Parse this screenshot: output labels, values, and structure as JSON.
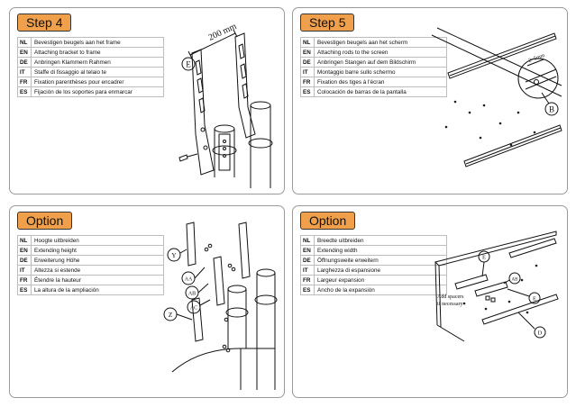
{
  "panels": [
    {
      "badge": "Step 4",
      "rows": [
        {
          "code": "NL",
          "text": "Bevestigen beugels aan het frame"
        },
        {
          "code": "EN",
          "text": "Attaching bracket to frame"
        },
        {
          "code": "DE",
          "text": "Anbringen Klammern Rahmen"
        },
        {
          "code": "IT",
          "text": "Staffe di fissaggio al telaio te"
        },
        {
          "code": "FR",
          "text": "Fixation parenthèses pour encadrer"
        },
        {
          "code": "ES",
          "text": "Fijación de los soportes para enmarcar"
        }
      ],
      "callouts": [
        "E"
      ],
      "dimension": "200 mm"
    },
    {
      "badge": "Step 5",
      "rows": [
        {
          "code": "NL",
          "text": "Bevestigen beugels aan het scherm"
        },
        {
          "code": "EN",
          "text": "Attaching rods to the screen"
        },
        {
          "code": "DE",
          "text": "Anbringen Stangen auf dem Bildschirm"
        },
        {
          "code": "IT",
          "text": "Montaggio barre sullo schermo"
        },
        {
          "code": "FR",
          "text": "Fixation des tiges à l'écran"
        },
        {
          "code": "ES",
          "text": "Colocación de barras de la pantalla"
        }
      ],
      "callouts": [
        "B"
      ],
      "dimension": "2~5mm"
    },
    {
      "badge": "Option",
      "rows": [
        {
          "code": "NL",
          "text": "Hoogte uitbreiden"
        },
        {
          "code": "EN",
          "text": "Extending  height"
        },
        {
          "code": "DE",
          "text": "Erweiterung Höhe"
        },
        {
          "code": "IT",
          "text": "Altezza si estende"
        },
        {
          "code": "FR",
          "text": "Étendre la hauteur"
        },
        {
          "code": "ES",
          "text": "La altura de la ampliación"
        }
      ],
      "callouts": [
        "Y",
        "AA",
        "AB",
        "AC",
        "Z"
      ]
    },
    {
      "badge": "Option",
      "rows": [
        {
          "code": "NL",
          "text": "Breedte uitbreiden"
        },
        {
          "code": "EN",
          "text": "Extending width"
        },
        {
          "code": "DE",
          "text": "Öffnungsweite erweitern"
        },
        {
          "code": "IT",
          "text": "Larghezza di espansione"
        },
        {
          "code": "FR",
          "text": "Largeur expansion"
        },
        {
          "code": "ES",
          "text": "Ancho de la expansión"
        }
      ],
      "callouts": [
        "E",
        "AB",
        "E",
        "D"
      ],
      "note_line1": "Add spacers",
      "note_line2": "if necessary"
    }
  ]
}
